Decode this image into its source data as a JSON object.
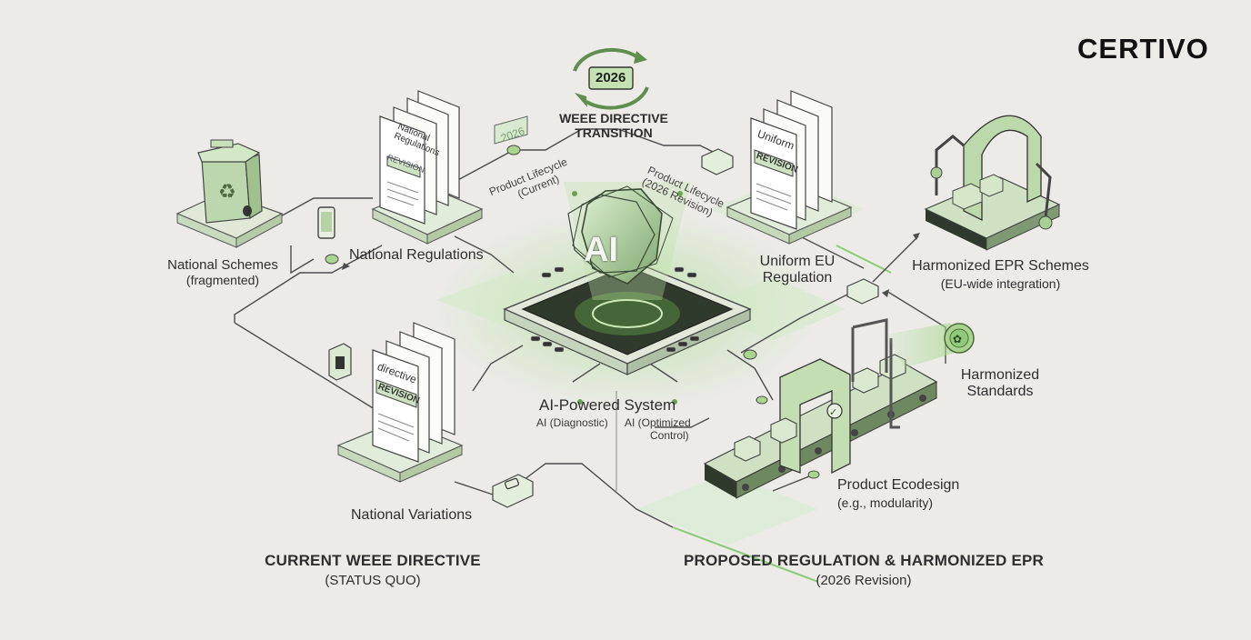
{
  "logo": "CERTIVO",
  "center": {
    "year": "2026",
    "transition_line1": "WEEE DIRECTIVE",
    "transition_line2": "TRANSITION",
    "chip": "AI",
    "system_title": "AI-Powered System",
    "ai_diagnostic": "AI (Diagnostic)",
    "ai_optimized_line1": "AI (Optimized",
    "ai_optimized_line2": "Control)"
  },
  "left": {
    "national_schemes": "National Schemes",
    "national_schemes_sub": "(fragmented)",
    "national_regulations": "National Regulations",
    "national_variations": "National Variations",
    "lifecycle_current_line1": "Product Lifecycle",
    "lifecycle_current_line2": "(Current)",
    "tag_2026": "2026",
    "doc1_line1": "National",
    "doc1_line2": "Regulations",
    "doc1_tag": "REVISION",
    "doc2_line1": "directive",
    "doc2_tag": "REVISION",
    "footer_title": "CURRENT WEEE DIRECTIVE",
    "footer_sub": "(STATUS QUO)"
  },
  "right": {
    "lifecycle_revision_line1": "Product Lifecycle",
    "lifecycle_revision_line2": "(2026 Revision)",
    "uniform_line1": "Uniform EU",
    "uniform_line2": "Regulation",
    "doc3_line1": "Uniform",
    "doc3_tag": "REVISION",
    "harmonized_epr": "Harmonized EPR Schemes",
    "harmonized_epr_sub": "(EU-wide integration)",
    "harmonized_standards_line1": "Harmonized",
    "harmonized_standards_line2": "Standards",
    "ecodesign": "Product Ecodesign",
    "ecodesign_sub": "(e.g., modularity)",
    "footer_title": "PROPOSED REGULATION & HARMONIZED EPR",
    "footer_sub": "(2026 Revision)"
  },
  "colors": {
    "background": "#ecebe8",
    "accent_green": "#8fc97a",
    "light_green": "#cfe6c3",
    "line": "#4a4a4a",
    "chip_dark": "#2f3a2c"
  }
}
